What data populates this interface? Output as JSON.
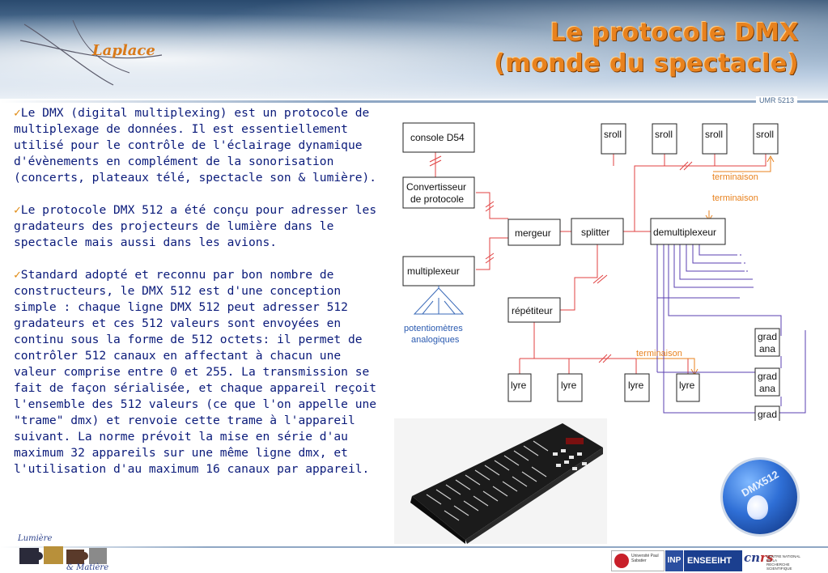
{
  "header": {
    "logo_text": "Laplace",
    "title_line1": "Le protocole DMX",
    "title_line2": "(monde du spectacle)",
    "umr": "UMR 5213"
  },
  "paragraphs": [
    "Le DMX (digital multiplexing) est un protocole de multiplexage de données. Il est essentiellement utilisé pour le contrôle de l'éclairage dynamique d'évènements en complément de la sonorisation (concerts, plateaux télé, spectacle son & lumière).",
    "Le protocole DMX 512 a été conçu pour adresser les gradateurs des projecteurs de lumière dans le spectacle mais aussi dans les avions.",
    "Standard adopté et reconnu par bon nombre de constructeurs, le DMX 512 est d'une conception simple : chaque ligne DMX 512 peut adresser 512 gradateurs et ces 512 valeurs sont envoyées en continu sous la forme de 512 octets: il permet de contrôler 512 canaux en affectant à chacun une valeur comprise entre 0 et 255. La transmission se fait de façon sérialisée, et chaque appareil reçoit l'ensemble des 512 valeurs (ce que l'on appelle une \"trame\" dmx) et renvoie cette trame à l'appareil suivant. La norme prévoit la mise en série d'au maximum 32 appareils sur une même ligne dmx, et l'utilisation d'au maximum 16 canaux par appareil."
  ],
  "check_mark": "✓",
  "diagram": {
    "console": "console D54",
    "convertisseur_1": "Convertisseur",
    "convertisseur_2": "de protocole",
    "multiplexeur": "multiplexeur",
    "potentio_1": "potentiomètres",
    "potentio_2": "analogiques",
    "mergeur": "mergeur",
    "splitter": "splitter",
    "demultiplexeur": "demultiplexeur",
    "repetiteur": "répétiteur",
    "sroll": "sroll",
    "lyre": "lyre",
    "grad": "grad",
    "ana": "ana",
    "terminaison": "terminaison",
    "line_color": "#e04040",
    "purple": "#5a3fb0",
    "orange": "#e8821e"
  },
  "badge": {
    "text": "DMX512"
  },
  "footer": {
    "lm_top": "Lumière",
    "lm_bottom": "& Matière",
    "inp": "INP",
    "enseeiht": "ENSEEIHT",
    "ups_text": "Université Paul Sabatier",
    "cnrs_text": "CENTRE NATIONAL DE LA RECHERCHE SCIENTIFIQUE"
  }
}
